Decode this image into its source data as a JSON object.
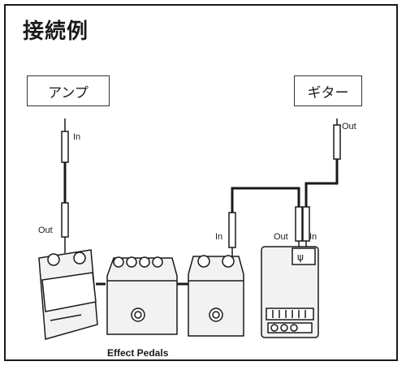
{
  "title": "接続例",
  "amp_label": "アンプ",
  "guitar_label": "ギター",
  "labels": {
    "amp_in": "In",
    "chain_out": "Out",
    "pedal_in": "In",
    "tuner_out": "Out",
    "tuner_in": "In",
    "guitar_out": "Out"
  },
  "caption": "Effect Pedals",
  "colors": {
    "line": "#1a1a1a",
    "pedal_fill": "#f2f2f2",
    "frame": "#1a1a1a"
  }
}
